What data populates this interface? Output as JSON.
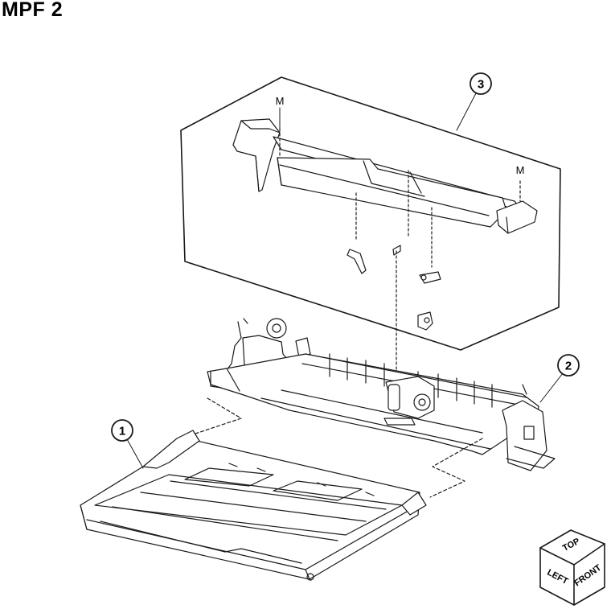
{
  "page": {
    "title": "MPF 2"
  },
  "callouts": {
    "c1": "1",
    "c2": "2",
    "c3": "3"
  },
  "markers": {
    "m_left": "M",
    "m_right": "M"
  },
  "orientation_cube": {
    "top": "TOP",
    "left": "LEFT",
    "front": "FRONT"
  },
  "colors": {
    "line": "#1a1a1a",
    "fill": "#ffffff",
    "shade": "#e6e6e6",
    "dark": "#444444"
  }
}
